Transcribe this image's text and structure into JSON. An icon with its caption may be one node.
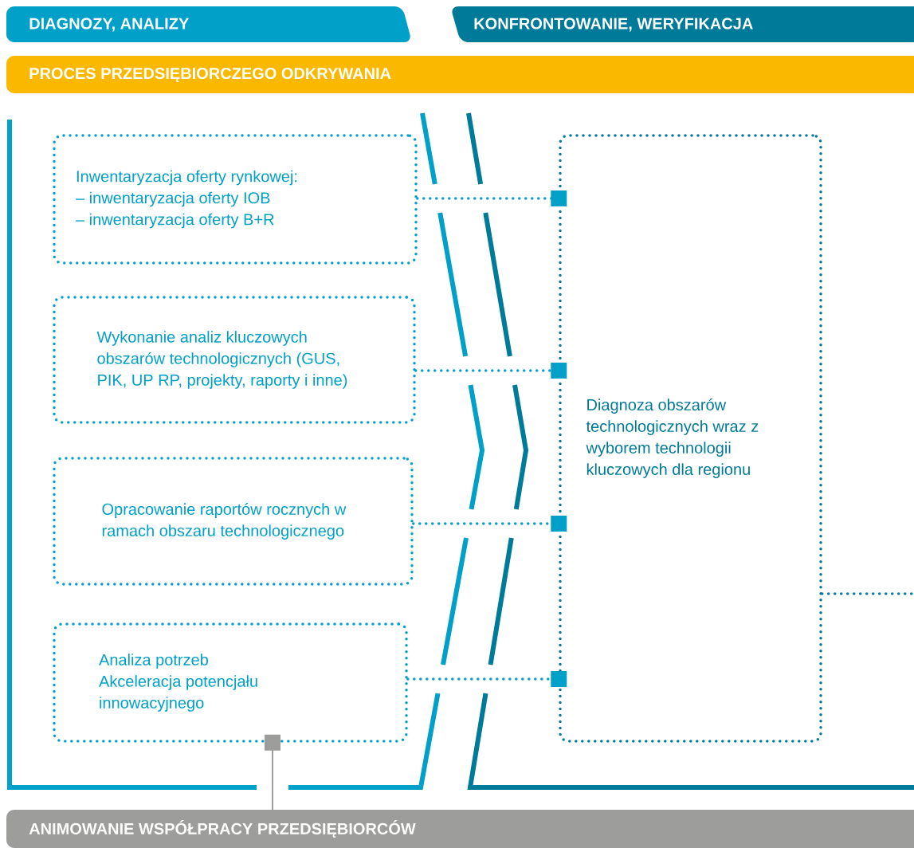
{
  "diagram": {
    "nodes": [
      {
        "text": [
          "DIAGNOZY, ANALIZY"
        ]
      },
      {
        "text": [
          "KONFRONTOWANIE, WERYFIKACJA"
        ]
      },
      {
        "text": [
          "PROCES PRZEDSIĘBIORCZEGO ODKRYWANIA"
        ]
      },
      {
        "text": [
          "Inwentaryzacja oferty rynkowej:",
          "– inwentaryzacja oferty IOB",
          "– inwentaryzacja oferty B+R"
        ]
      },
      {
        "text": [
          "Wykonanie analiz kluczowych obszarów technologicznych (GUS, PIK, UP RP, projekty, raporty i inne)"
        ]
      },
      {
        "text": [
          "Opracowanie raportów rocznych w ramach obszaru technologicznego"
        ]
      },
      {
        "text": [
          "Analiza potrzeb",
          "Akceleracja potencjału innowacyjnego"
        ]
      },
      {
        "text": [
          "Diagnoza obszarów technologicznych wraz z wyborem technologii kluczowych dla regionu"
        ]
      },
      {
        "text": [
          "ANIMOWANIE WSPÓŁPRACY PRZEDSIĘBIORCÓW"
        ]
      }
    ],
    "edges": [
      {
        "from": 3,
        "to": 7,
        "arrow": "other",
        "style": "dashed"
      },
      {
        "from": 4,
        "to": 7,
        "arrow": "other",
        "style": "dashed"
      },
      {
        "from": 5,
        "to": 7,
        "arrow": "other",
        "style": "dashed"
      },
      {
        "from": 6,
        "to": 7,
        "arrow": "other",
        "style": "dashed"
      },
      {
        "from": 7,
        "to": null,
        "arrow": "none",
        "style": "dashed",
        "color": "#007a99"
      },
      {
        "from": 8,
        "to": 6,
        "arrow": "other",
        "color": "#9d9d9c"
      }
    ]
  }
}
